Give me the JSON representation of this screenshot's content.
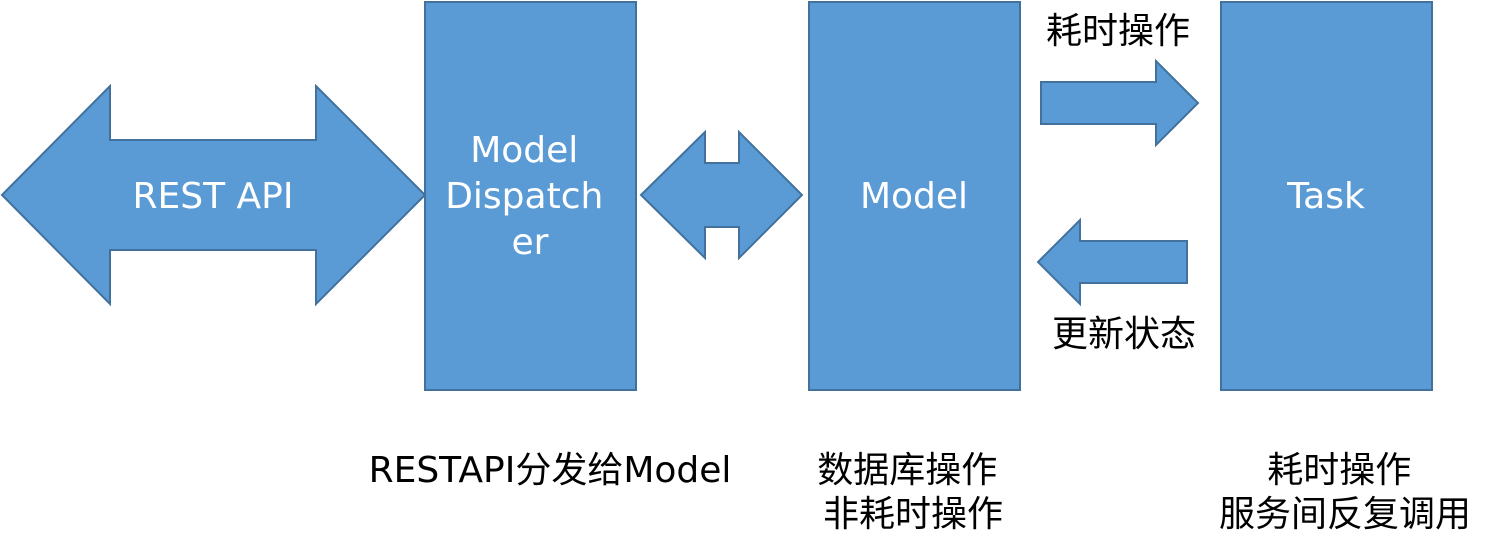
{
  "colors": {
    "shape_fill": "#5B9BD5",
    "shape_stroke": "#41719C",
    "node_text": "#FFFFFF",
    "caption_text": "#000000"
  },
  "nodes": {
    "rest_api": "REST API",
    "dispatcher": [
      "Model",
      "Dispatch",
      "er"
    ],
    "model": "Model",
    "task": "Task"
  },
  "arrows": {
    "to_task_label": "耗时操作",
    "from_task_label": "更新状态"
  },
  "captions": {
    "dispatcher": [
      "RESTAPI分发给Model"
    ],
    "model": [
      "数据库操作",
      "非耗时操作"
    ],
    "task": [
      "耗时操作",
      "服务间反复调用"
    ]
  }
}
